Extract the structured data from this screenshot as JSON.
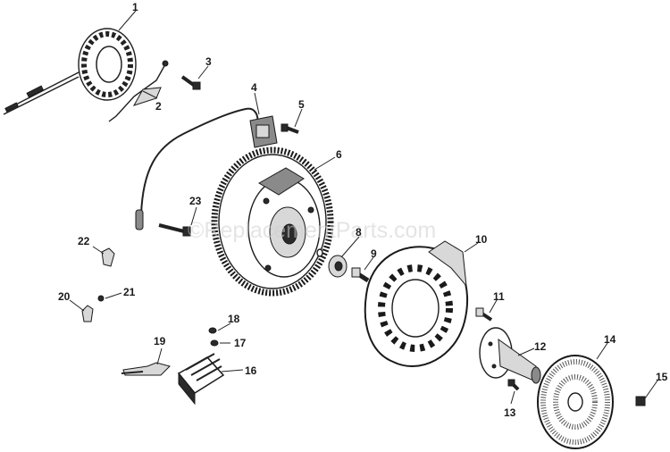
{
  "watermark": "©ReplacementParts.com",
  "callouts": [
    {
      "id": "1",
      "label": "1"
    },
    {
      "id": "2",
      "label": "2"
    },
    {
      "id": "3",
      "label": "3"
    },
    {
      "id": "4",
      "label": "4"
    },
    {
      "id": "5",
      "label": "5"
    },
    {
      "id": "6",
      "label": "6"
    },
    {
      "id": "8",
      "label": "8"
    },
    {
      "id": "9",
      "label": "9"
    },
    {
      "id": "10",
      "label": "10"
    },
    {
      "id": "11",
      "label": "11"
    },
    {
      "id": "12",
      "label": "12"
    },
    {
      "id": "13",
      "label": "13"
    },
    {
      "id": "14",
      "label": "14"
    },
    {
      "id": "15",
      "label": "15"
    },
    {
      "id": "16",
      "label": "16"
    },
    {
      "id": "17",
      "label": "17"
    },
    {
      "id": "18",
      "label": "18"
    },
    {
      "id": "19",
      "label": "19"
    },
    {
      "id": "20",
      "label": "20"
    },
    {
      "id": "21",
      "label": "21"
    },
    {
      "id": "22",
      "label": "22"
    },
    {
      "id": "23",
      "label": "23"
    }
  ]
}
